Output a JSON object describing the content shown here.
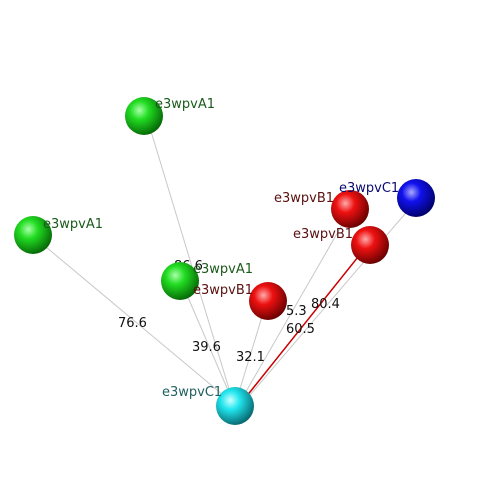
{
  "colors": {
    "background": "#ffffff",
    "green": "#10c010",
    "red": "#e00000",
    "blue": "#0000e0",
    "cyan": "#10e0e8",
    "bond_gray": "#c8c8c8",
    "bond_red": "#c80000",
    "label_green": "#1a5a1a",
    "label_red": "#5a1010",
    "label_blue": "#0a0a70",
    "label_cyan": "#206060"
  },
  "atoms": [
    {
      "id": "a1",
      "label": "e3wpvA1",
      "color": "green",
      "label_color": "label_green"
    },
    {
      "id": "a2",
      "label": "e3wpvA1",
      "color": "green",
      "label_color": "label_green"
    },
    {
      "id": "a3",
      "label": "e3wpvA1",
      "color": "green",
      "label_color": "label_green"
    },
    {
      "id": "b1",
      "label": "e3wpvB1",
      "color": "red",
      "label_color": "label_red"
    },
    {
      "id": "b2",
      "label": "e3wpvB1",
      "color": "red",
      "label_color": "label_red"
    },
    {
      "id": "b3",
      "label": "e3wpvB1",
      "color": "red",
      "label_color": "label_red"
    },
    {
      "id": "c1",
      "label": "e3wpvC1",
      "color": "blue",
      "label_color": "label_blue"
    },
    {
      "id": "c2",
      "label": "e3wpvC1",
      "color": "cyan",
      "label_color": "label_cyan"
    }
  ],
  "bonds": [
    {
      "id": "bond-a1",
      "label": "86.6",
      "color": "bond_gray"
    },
    {
      "id": "bond-a2",
      "label": "76.6",
      "color": "bond_gray"
    },
    {
      "id": "bond-a3",
      "label": "39.6",
      "color": "bond_gray"
    },
    {
      "id": "bond-b3",
      "label": "32.1",
      "color": "bond_gray"
    },
    {
      "id": "bond-b1",
      "label": "5.3",
      "color": "bond_gray"
    },
    {
      "id": "bond-b2",
      "label": "60.5",
      "color": "bond_red"
    },
    {
      "id": "bond-c1",
      "label": "80.4",
      "color": "bond_gray"
    }
  ]
}
